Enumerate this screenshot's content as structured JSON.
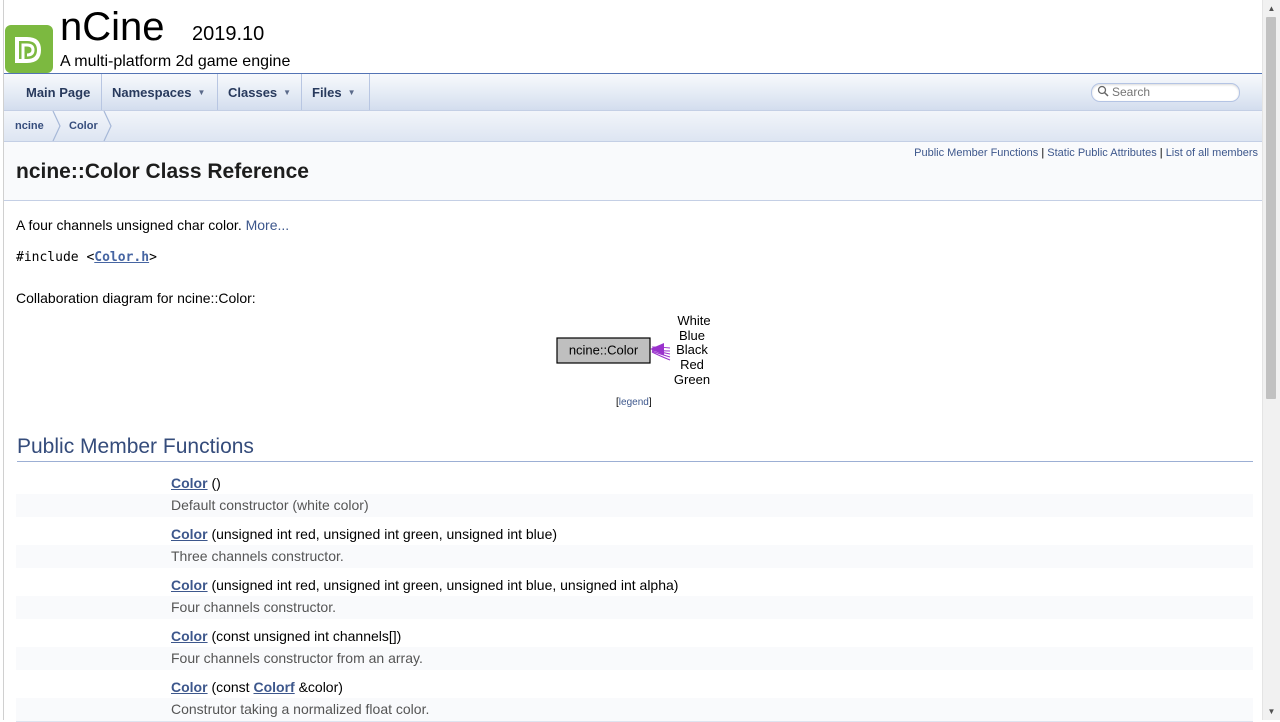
{
  "project": {
    "name": "nCine",
    "number": "2019.10",
    "brief": "A multi-platform 2d game engine"
  },
  "nav": {
    "tabs": [
      {
        "label": "Main Page",
        "has_menu": false
      },
      {
        "label": "Namespaces",
        "has_menu": true
      },
      {
        "label": "Classes",
        "has_menu": true
      },
      {
        "label": "Files",
        "has_menu": true
      }
    ],
    "search_placeholder": "Search"
  },
  "breadcrumb": [
    "ncine",
    "Color"
  ],
  "header": {
    "summary": [
      "Public Member Functions",
      "Static Public Attributes",
      "List of all members"
    ],
    "separator": " | ",
    "title": "ncine::Color Class Reference"
  },
  "brief": {
    "text": "A four channels unsigned char color. ",
    "more": "More..."
  },
  "include": {
    "prefix": "#include <",
    "file": "Color.h",
    "suffix": ">"
  },
  "collab_label": "Collaboration diagram for ncine::Color:",
  "diagram": {
    "node": "ncine::Color",
    "attributes": [
      "White",
      "Blue",
      "Black",
      "Red",
      "Green"
    ],
    "legend_open": "[",
    "legend_label": "legend",
    "legend_close": "]",
    "edge_color": "#9a32cd"
  },
  "section": {
    "title": "Public Member Functions"
  },
  "members": [
    {
      "name": "Color",
      "params_pre": " ()",
      "params_link": "",
      "params_post": "",
      "desc": "Default constructor (white color)"
    },
    {
      "name": "Color",
      "params_pre": " (unsigned int red, unsigned int green, unsigned int blue)",
      "params_link": "",
      "params_post": "",
      "desc": "Three channels constructor."
    },
    {
      "name": "Color",
      "params_pre": " (unsigned int red, unsigned int green, unsigned int blue, unsigned int alpha)",
      "params_link": "",
      "params_post": "",
      "desc": "Four channels constructor."
    },
    {
      "name": "Color",
      "params_pre": " (const unsigned int channels[])",
      "params_link": "",
      "params_post": "",
      "desc": "Four channels constructor from an array."
    },
    {
      "name": "Color",
      "params_pre": " (const ",
      "params_link": "Colorf",
      "params_post": " &color)",
      "desc": "Construtor taking a normalized float color."
    }
  ],
  "colors": {
    "link": "#3d578c",
    "logo": "#7cb940",
    "section_title": "#354c7b"
  }
}
